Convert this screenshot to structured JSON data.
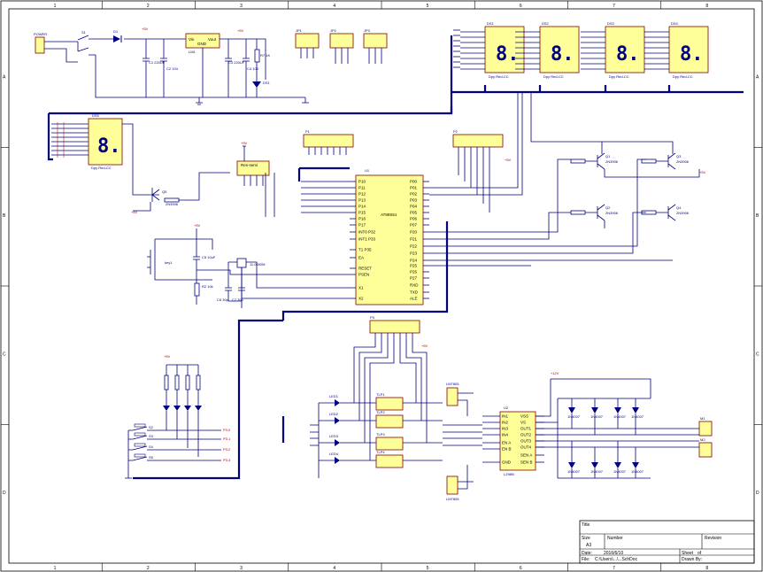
{
  "border": {
    "columns": [
      "1",
      "2",
      "3",
      "4",
      "5",
      "6",
      "7",
      "8"
    ],
    "rows": [
      "A",
      "B",
      "C",
      "D"
    ]
  },
  "title_block": {
    "title_label": "Title",
    "size_label": "Size",
    "size_value": "A3",
    "number_label": "Number",
    "revision_label": "Revision",
    "date_label": "Date:",
    "date_value": "2016/6/10",
    "sheet_label": "Sheet",
    "sheet_of": "of",
    "file_label": "File:",
    "file_value": "C:\\Users\\...\\...SchDoc",
    "drawn_label": "Drawn By:"
  },
  "mcu": {
    "ref": "U1",
    "part": "AT89S51",
    "left_pins": [
      "P10",
      "P11",
      "P12",
      "P13",
      "P14",
      "P15",
      "P16",
      "P17",
      "INT0 P32",
      "INT1 P33",
      "T1 P35",
      "EA",
      "RESET",
      "PSEN",
      "X1",
      "X2"
    ],
    "right_pins": [
      "P00",
      "P01",
      "P02",
      "P03",
      "P04",
      "P05",
      "P06",
      "P07",
      "P20",
      "P21",
      "P22",
      "P23",
      "P24",
      "P25",
      "P26",
      "P27",
      "RXD",
      "TXD",
      "ALE"
    ]
  },
  "displays": [
    {
      "ref": "DS1",
      "part": "Dpy Red-CC",
      "glyph": "8."
    },
    {
      "ref": "DS2",
      "part": "Dpy Red-CC",
      "glyph": "8."
    },
    {
      "ref": "DS3",
      "part": "Dpy Red-CC",
      "glyph": "8."
    },
    {
      "ref": "DS4",
      "part": "Dpy Red-CC",
      "glyph": "8."
    },
    {
      "ref": "DS5",
      "part": "Dpy Red-CC",
      "glyph": "8."
    }
  ],
  "power": {
    "connector": "POWER",
    "switch": "S1",
    "diode": "D1",
    "regulator": "LM1",
    "vin": "Vin",
    "gnd": "GND",
    "vout": "Vout",
    "vcc": "+5V",
    "cap1": "C1 220UF",
    "cap2": "C2 104",
    "cap3": "C3 220UF",
    "cap4": "C4 104",
    "res": "R7 1K",
    "led": "DS1"
  },
  "connectors": {
    "jp1": "JP1",
    "jp2": "JP2",
    "jp3": "JP3",
    "p1": "P1",
    "p2": "P2",
    "p3": "P3",
    "resnet": "Res-semi"
  },
  "transistors": [
    {
      "ref": "Q1",
      "part": "2N3906"
    },
    {
      "ref": "Q2",
      "part": "2N3906"
    },
    {
      "ref": "Q3",
      "part": "2N3906"
    },
    {
      "ref": "Q4",
      "part": "2N3906"
    },
    {
      "ref": "Q5",
      "part": "2N3906"
    }
  ],
  "reset": {
    "key": "key1",
    "cap": "C5 10uF",
    "res": "R2 10k"
  },
  "crystal": {
    "ref": "Y1",
    "freq": "11.0592M",
    "c6": "C6 30p",
    "c7": "C7 30p"
  },
  "keys": [
    "S2",
    "S3",
    "S4",
    "S5"
  ],
  "key_nets": [
    "P3.0",
    "P3.1",
    "P3.2",
    "P3.3"
  ],
  "leds": [
    "LED1",
    "LED2",
    "LED3",
    "LED4"
  ],
  "optos": [
    "TLP1",
    "TLP2",
    "TLP3",
    "TLP4"
  ],
  "driver": {
    "ref": "U2",
    "part": "L298N",
    "pins_left": [
      "IN1",
      "IN2",
      "IN3",
      "IN4",
      "EN A",
      "EN B",
      "GND"
    ],
    "pins_right": [
      "VSS",
      "VS",
      "OUT1",
      "OUT2",
      "OUT3",
      "OUT4",
      "SEN A",
      "SEN B"
    ],
    "vcc": "+12V"
  },
  "regs": [
    "LM7805",
    "LM7805"
  ],
  "diodes": [
    "1N4007",
    "1N4007",
    "1N4007",
    "1N4007",
    "1N4007",
    "1N4007",
    "1N4007",
    "1N4007"
  ],
  "motors": [
    "M1",
    "M2"
  ]
}
